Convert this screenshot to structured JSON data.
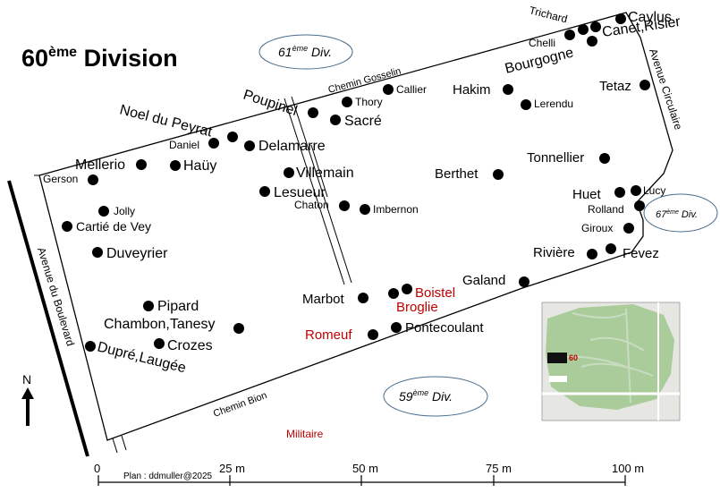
{
  "title": {
    "main": "60",
    "sup": "ème",
    "rest": " Division"
  },
  "div_labels": [
    {
      "num": "61",
      "sup": "ème",
      "word": " Div."
    },
    {
      "num": "59",
      "sup": "ème",
      "word": " Div."
    },
    {
      "num": "67",
      "sup": "ème",
      "word": " Div."
    }
  ],
  "roads": {
    "gosselin": "Chemin Gosselin",
    "bion": "Chemin Bion",
    "circulaire": "Avenue Circulaire",
    "boulevard": "Avenue du Boulevard"
  },
  "militaire": "Militaire",
  "north": "N",
  "credit": "Plan : ddmuller@2025",
  "scale_labels": [
    "0",
    "25 m",
    "50 m",
    "75 m",
    "100 m"
  ],
  "graves": {
    "caylus": "Caylus",
    "trichard": "Trichard",
    "chelli": "Chelli",
    "canet": "Canet,Risler",
    "bourgogne": "Bourgogne",
    "tetaz": "Tetaz",
    "hakim": "Hakim",
    "lerendu": "Lerendu",
    "callier": "Callier",
    "thory": "Thory",
    "sacre": "Sacré",
    "poupinel": "Poupinel",
    "noel": "Noel du Peyrat",
    "daniel": "Daniel",
    "delamarre": "Delamarre",
    "mellerio": "Mellerio",
    "hauy": "Haüy",
    "gerson": "Gerson",
    "villemain": "Villemain",
    "lesueur": "Lesueur",
    "chaton": "Chaton",
    "imbernon": "Imbernon",
    "jolly": "Jolly",
    "cartie": "Cartié de Vey",
    "duveyrier": "Duveyrier",
    "tonnellier": "Tonnellier",
    "berthet": "Berthet",
    "huet": "Huet",
    "lucy": "Lucy",
    "rolland": "Rolland",
    "giroux": "Giroux",
    "riviere": "Rivière",
    "fevez": "Fevez",
    "galand": "Galand",
    "marbot": "Marbot",
    "boistel": "Boistel",
    "broglie": "Broglie",
    "romeuf": "Romeuf",
    "pontecoulant": "Pontecoulant",
    "pipard": "Pipard",
    "chambon": "Chambon,Tanesy",
    "crozes": "Crozes",
    "dupre": "Dupré,Laugée"
  },
  "colors": {
    "highlight": "#c00000",
    "ellipse_stroke": "#4a6c8c",
    "dot": "#000000"
  }
}
